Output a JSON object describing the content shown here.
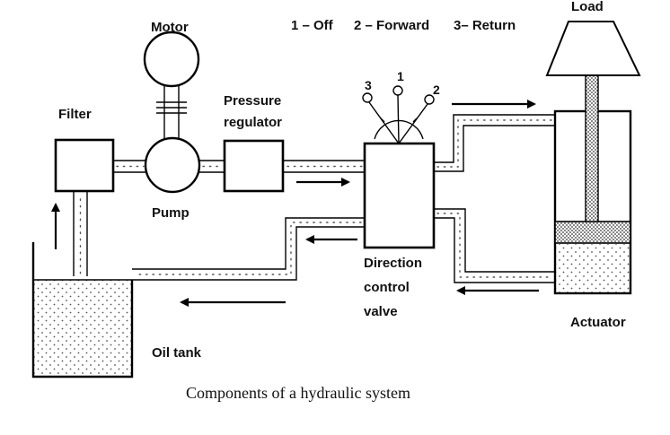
{
  "labels": {
    "motor": "Motor",
    "legend_off": "1 – Off",
    "legend_forward": "2 – Forward",
    "legend_return": "3– Return",
    "load": "Load",
    "filter": "Filter",
    "pressure_line1": "Pressure",
    "pressure_line2": "regulator",
    "pump": "Pump",
    "direction_line1": "Direction",
    "direction_line2": "control",
    "direction_line3": "valve",
    "actuator": "Actuator",
    "oil_tank": "Oil tank",
    "lever_1": "1",
    "lever_2": "2",
    "lever_3": "3"
  },
  "caption": "Components of a hydraulic system"
}
